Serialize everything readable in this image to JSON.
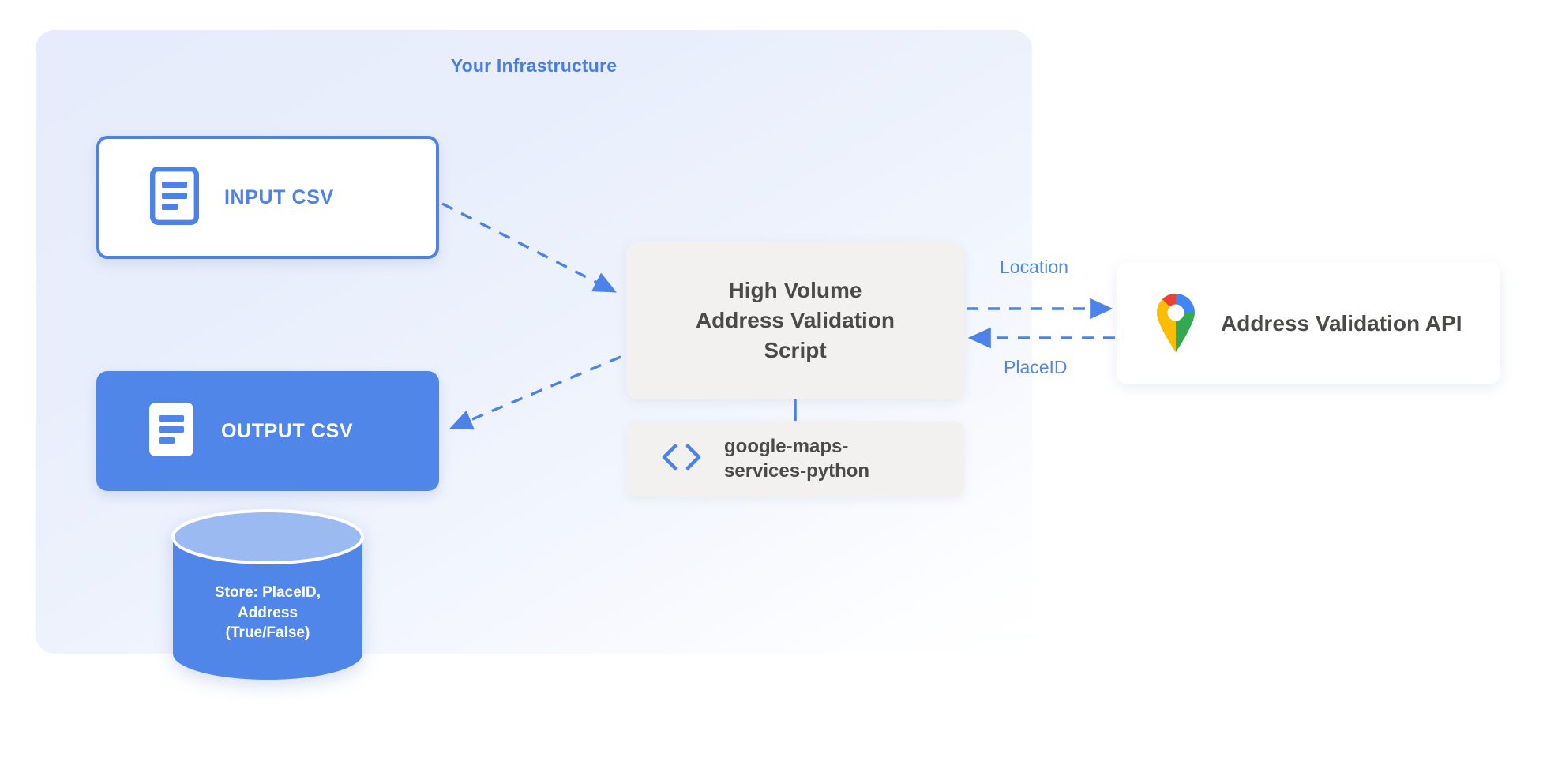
{
  "diagram": {
    "panel": {
      "title": "Your Infrastructure",
      "accent_color": "#4a7ce8",
      "background_color": "#e6ecfb"
    },
    "nodes": {
      "input_csv": {
        "label": "INPUT CSV",
        "icon": "document-icon",
        "fill": "#ffffff",
        "border_color": "#4d82e8",
        "text_color": "#4d82e8"
      },
      "output_csv": {
        "label": "OUTPUT CSV",
        "icon": "document-icon",
        "fill": "#5186e9",
        "text_color": "#ffffff"
      },
      "script": {
        "line1": "High Volume",
        "line2": "Address Validation",
        "line3": "Script",
        "fill": "#f2f1ef",
        "text_color": "#4a4a48"
      },
      "library": {
        "line1": "google-maps-",
        "line2": "services-python",
        "icon": "code-brackets-icon",
        "fill": "#f2f1ef",
        "icon_color": "#4d82e8"
      },
      "api": {
        "label": "Address Validation API",
        "icon": "google-maps-pin-icon",
        "fill": "#ffffff",
        "text_color": "#4a4a48"
      },
      "database": {
        "line1": "Store: PlaceID,",
        "line2": "Address",
        "line3": "(True/False)",
        "fill": "#5186e9",
        "top_fill": "#9bbaf2",
        "text_color": "#ffffff"
      }
    },
    "edges": [
      {
        "from": "input_csv",
        "to": "script",
        "label": "",
        "style": "dashed",
        "arrow": "end"
      },
      {
        "from": "script",
        "to": "output_csv",
        "label": "",
        "style": "dashed",
        "arrow": "end"
      },
      {
        "from": "script",
        "to": "api",
        "label": "Location",
        "style": "dashed",
        "arrow": "end"
      },
      {
        "from": "api",
        "to": "script",
        "label": "PlaceID",
        "style": "dashed",
        "arrow": "end"
      },
      {
        "from": "script",
        "to": "library",
        "label": "",
        "style": "solid",
        "arrow": "none"
      }
    ],
    "edge_labels": {
      "location": "Location",
      "placeid": "PlaceID"
    },
    "colors": {
      "blue": "#5186e9",
      "blue_dark": "#4d82e8",
      "gray_box": "#f2f1ef",
      "text_dark": "#4a4a48",
      "pin_red": "#ea4335",
      "pin_yellow": "#fbbc04",
      "pin_green": "#34a853",
      "pin_blue": "#4285f4"
    }
  }
}
